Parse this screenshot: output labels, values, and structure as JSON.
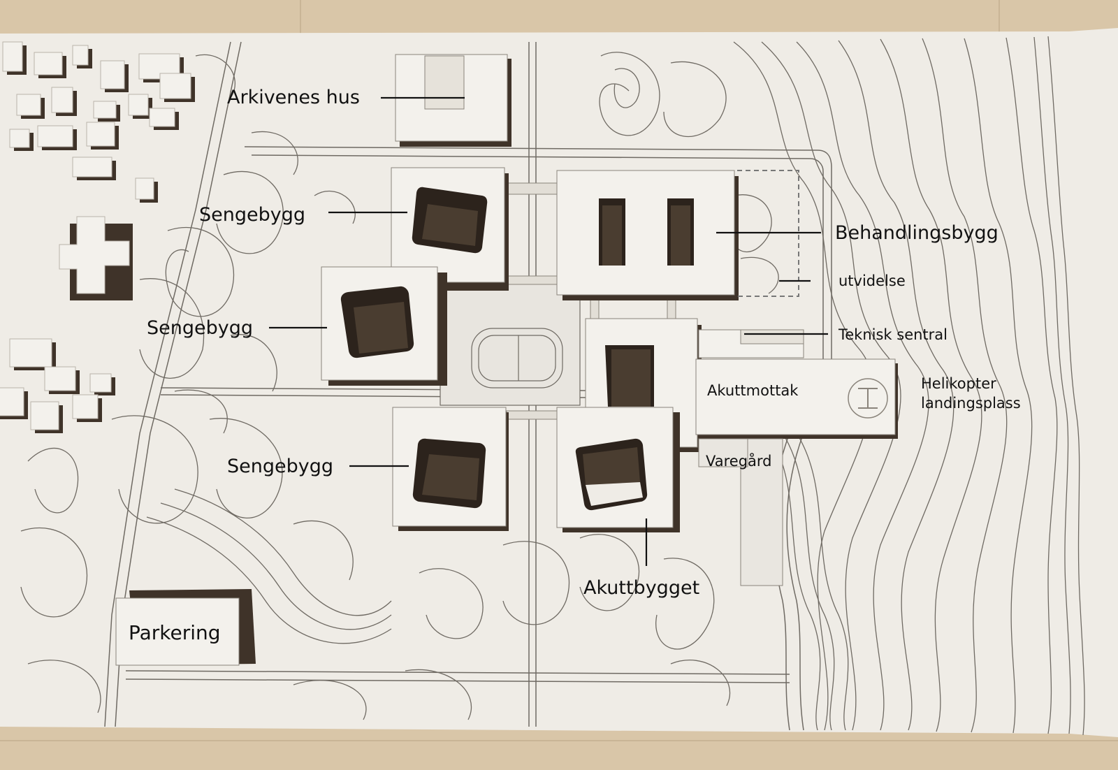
{
  "labels": {
    "arkivenes_hus": "Arkivenes hus",
    "sengebygg_1": "Sengebygg",
    "sengebygg_2": "Sengebygg",
    "sengebygg_3": "Sengebygg",
    "behandlingsbygg": "Behandlingsbygg",
    "utvidelse": "utvidelse",
    "teknisk_sentral": "Teknisk sentral",
    "akuttmottak": "Akuttmottak",
    "helikopter_line1": "Helikopter",
    "helikopter_line2": "landingsplass",
    "varegard": "Varegård",
    "akuttbygget": "Akuttbygget",
    "parkering": "Parkering"
  },
  "colors": {
    "table": "#d9c6a8",
    "board": "#efece6",
    "block_top": "#f3f1ec",
    "block_side": "#4a3d30",
    "contour": "#6f6a63",
    "leader": "#111111"
  }
}
